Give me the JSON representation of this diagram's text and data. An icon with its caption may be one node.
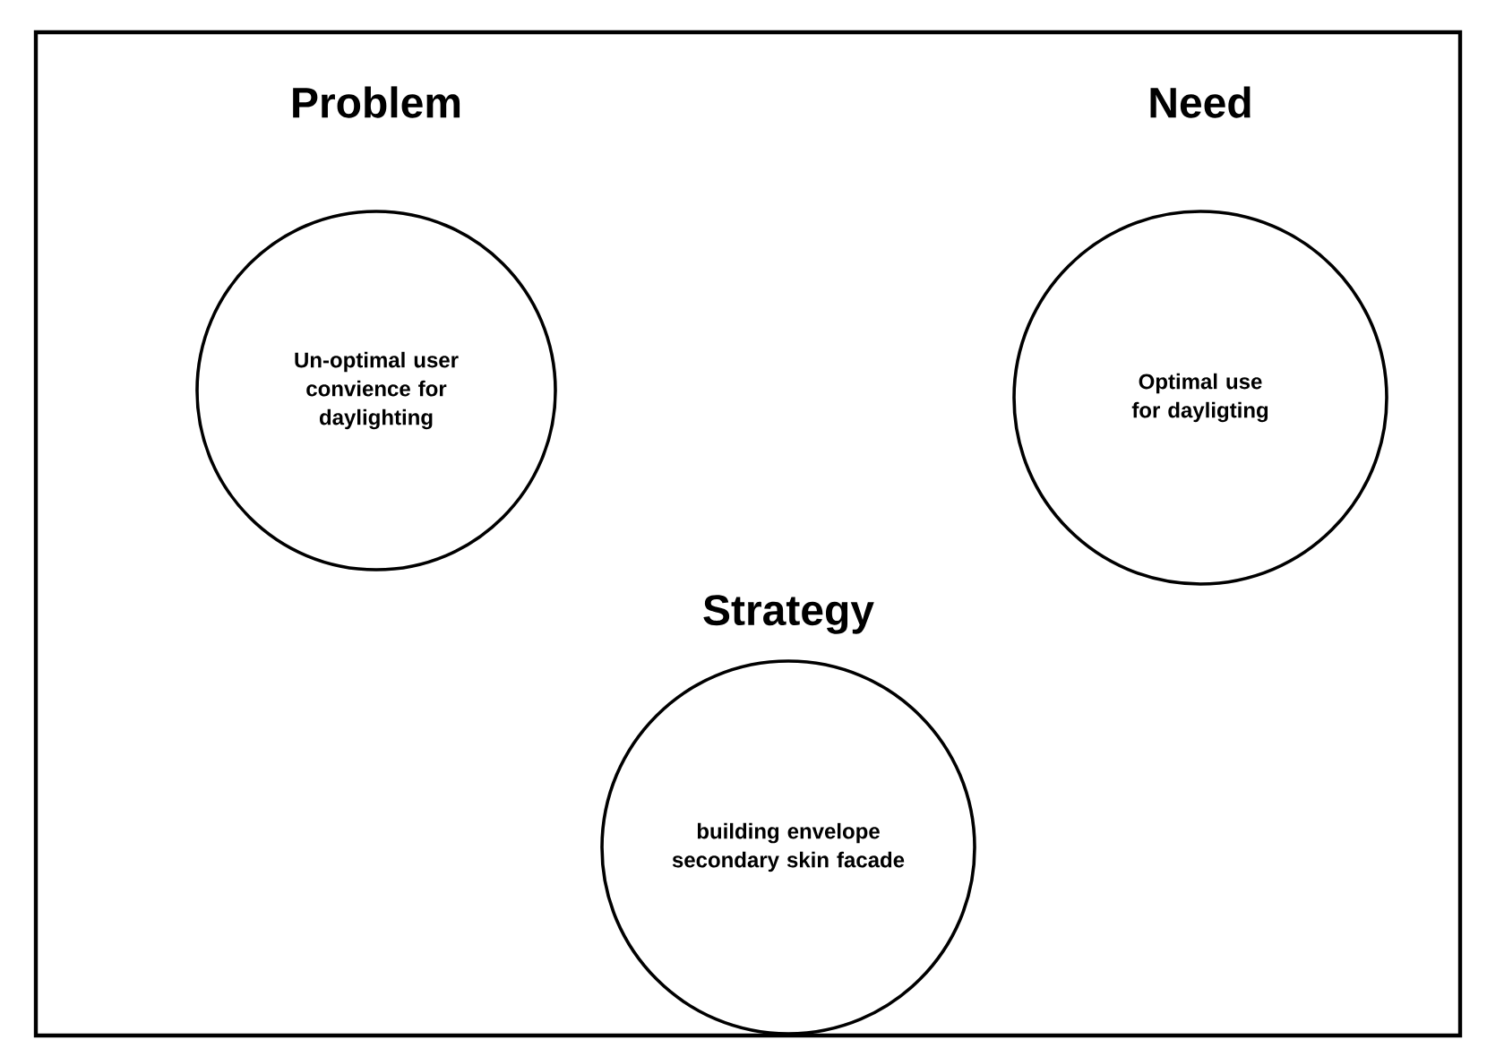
{
  "diagram": {
    "nodes": [
      {
        "text": [
          "Problem",
          "Un-optimal user convience for daylighting"
        ]
      },
      {
        "text": [
          "Need",
          "Optimal use for dayligting"
        ]
      },
      {
        "text": [
          "Strategy",
          "building envelope secondary skin facade"
        ]
      }
    ]
  }
}
